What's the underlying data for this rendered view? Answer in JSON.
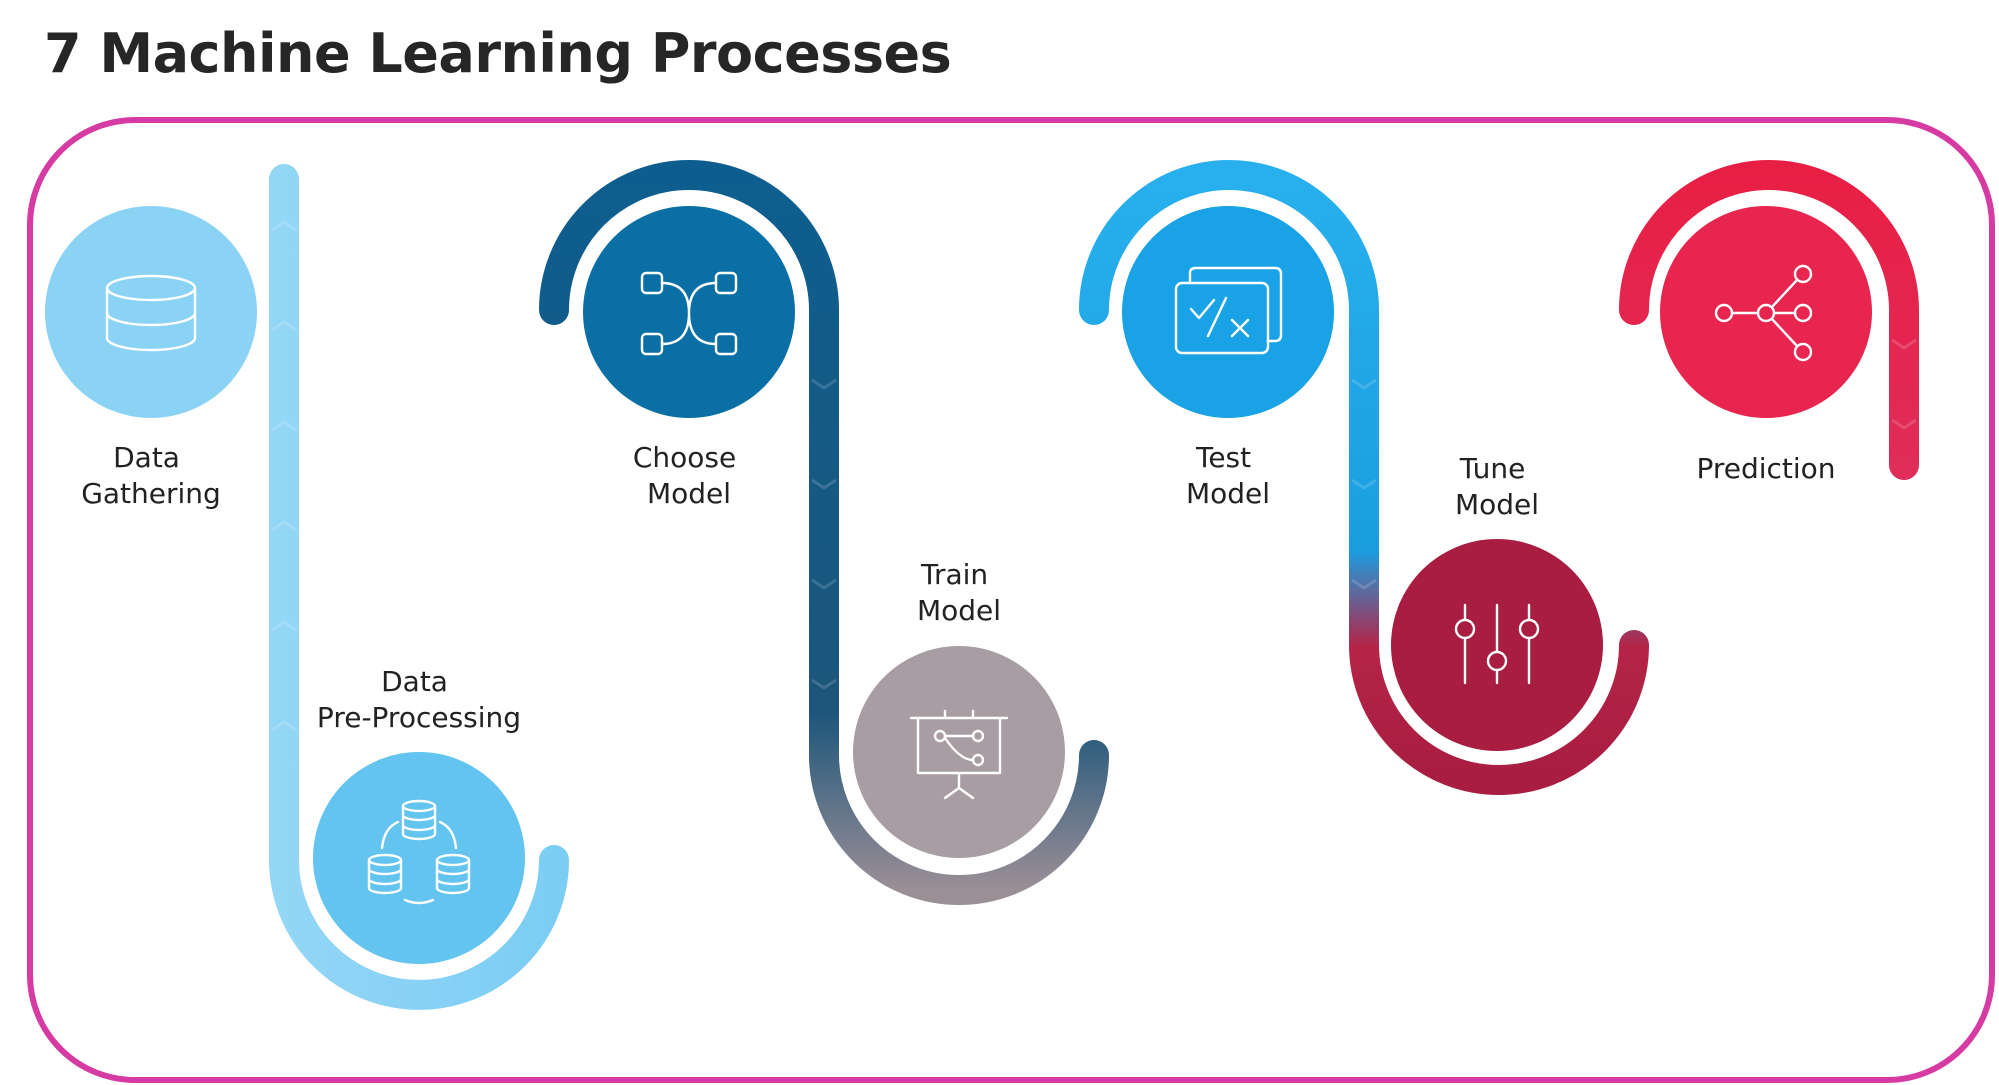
{
  "title": "7 Machine Learning Processes",
  "frame_color": "#d63aa3",
  "steps": [
    {
      "label_lines": [
        "Data",
        "Gathering"
      ],
      "icon": "database-icon",
      "color": "#8bd3f5"
    },
    {
      "label_lines": [
        "Data",
        "Pre-Processing"
      ],
      "icon": "data-sync-icon",
      "color": "#63c4f0"
    },
    {
      "label_lines": [
        "Choose",
        "Model"
      ],
      "icon": "model-graph-icon",
      "color": "#0a6fa5"
    },
    {
      "label_lines": [
        "Train",
        "Model"
      ],
      "icon": "presentation-board-icon",
      "color": "#a89da3"
    },
    {
      "label_lines": [
        "Test",
        "Model"
      ],
      "icon": "test-check-icon",
      "color": "#19a3e6"
    },
    {
      "label_lines": [
        "Tune",
        "Model"
      ],
      "icon": "sliders-icon",
      "color": "#a81d40"
    },
    {
      "label_lines": [
        "Prediction"
      ],
      "icon": "prediction-network-icon",
      "color": "#e8254f"
    }
  ]
}
